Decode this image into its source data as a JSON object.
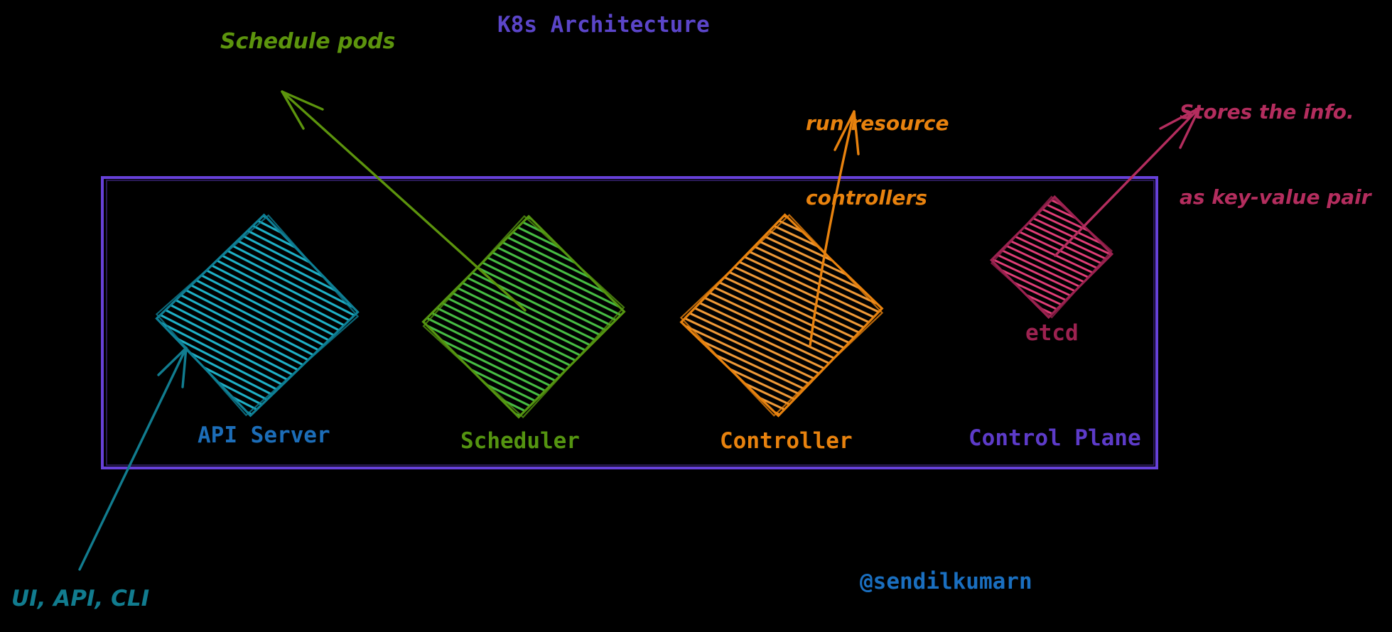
{
  "title": {
    "text": "K8s Architecture",
    "color": "#5b45c9"
  },
  "watermark": {
    "text": "@sendilkumarn",
    "color": "#1a6fc0"
  },
  "control_plane": {
    "label": "Control Plane",
    "label_color": "#5d3bc9",
    "border_color": "#6741d9"
  },
  "nodes": {
    "api_server": {
      "label": "API Server",
      "label_color": "#1c6db8",
      "stroke": "#0e7f95",
      "hatch": "#1fb0c6"
    },
    "scheduler": {
      "label": "Scheduler",
      "label_color": "#549410",
      "stroke": "#549410",
      "hatch": "#47bd43"
    },
    "controller": {
      "label": "Controller",
      "label_color": "#e8820e",
      "stroke": "#e8820e",
      "hatch": "#f09a38"
    },
    "etcd": {
      "label": "etcd",
      "label_color": "#9c2250",
      "stroke": "#9c2250",
      "hatch": "#e23e78"
    }
  },
  "annotations": {
    "schedule_pods": {
      "text": "Schedule pods",
      "color": "#5c940d"
    },
    "run_resource": {
      "line1": "run resource",
      "line2": "controllers",
      "color": "#e8820e"
    },
    "stores_info": {
      "line1": "Stores the info.",
      "line2": "as key-value pair",
      "color": "#b42d5e"
    },
    "ui_api_cli": {
      "text": "UI, API, CLI",
      "color": "#117c8f"
    }
  },
  "background_color": "#000000"
}
